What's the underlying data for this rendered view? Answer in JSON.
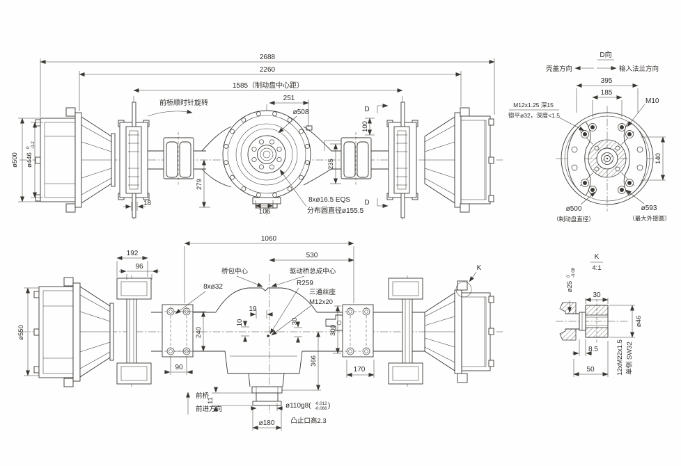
{
  "top_view": {
    "d2688": "2688",
    "d2260": "2260",
    "d1585": "1585（制动盘中心距）",
    "rot_note": "前桥顺时针旋转",
    "d251": "251",
    "d508": "ø508",
    "d_letter": "D",
    "d100": "100",
    "d235": "235",
    "d279": "279",
    "d106": "106",
    "d18": "18",
    "bolts_note": "8xø16.5 EQS",
    "circle_note": "分布圆直径ø155.5",
    "d500": "ø500",
    "d446": "ø446",
    "d446_sup": "0",
    "d446_sub": "-0.2"
  },
  "d_view": {
    "title": "D向",
    "dir_left": "壳盖方向",
    "dir_right": "输入法兰方向",
    "d395": "395",
    "d185": "185",
    "m10": "M10",
    "tap1": "M12x1.25  深15",
    "tap2": "锪平ø32，深度<1.5",
    "d140": "140",
    "d500": "ø500",
    "d500_note": "（制动盘直径）",
    "d593": "ø593",
    "d593_note": "（最大外接圆）"
  },
  "bottom_view": {
    "d550": "ø550",
    "d1060": "1060",
    "d530": "530",
    "d192": "192",
    "d96": "96",
    "pad_bolts": "8xø32",
    "housing_center": "桥包中心",
    "assembly_center": "驱动桥总成中心",
    "r259": "R259",
    "tee1": "三通丝座",
    "tee2": "M12x20",
    "d19": "19",
    "d10": "10",
    "d30": "30",
    "d240": "240",
    "d300": "300",
    "d90": "90",
    "d366": "366",
    "d170": "170",
    "d11": "11",
    "d110_main": "ø110g8(",
    "d110_sup": "-0.012",
    "d110_sub": "-0.066",
    "d110_close": ")",
    "d180": "ø180",
    "spigot_note": "凸止口高2.3",
    "front_axle": "前桥",
    "forward": "前进方向",
    "k_label": "K"
  },
  "k_view": {
    "title": "K",
    "scale": "4:1",
    "d25": "ø25",
    "d25_sup": "0",
    "d25_sub": "-0.08",
    "d30": "30",
    "d46": "ø46",
    "d85": "8.5",
    "d50": "50",
    "thread_note": "12xM22x1.5",
    "wrench_note": "单侧 SW32"
  },
  "colors": {
    "line": "#3a3733",
    "background": "#fefefe"
  }
}
